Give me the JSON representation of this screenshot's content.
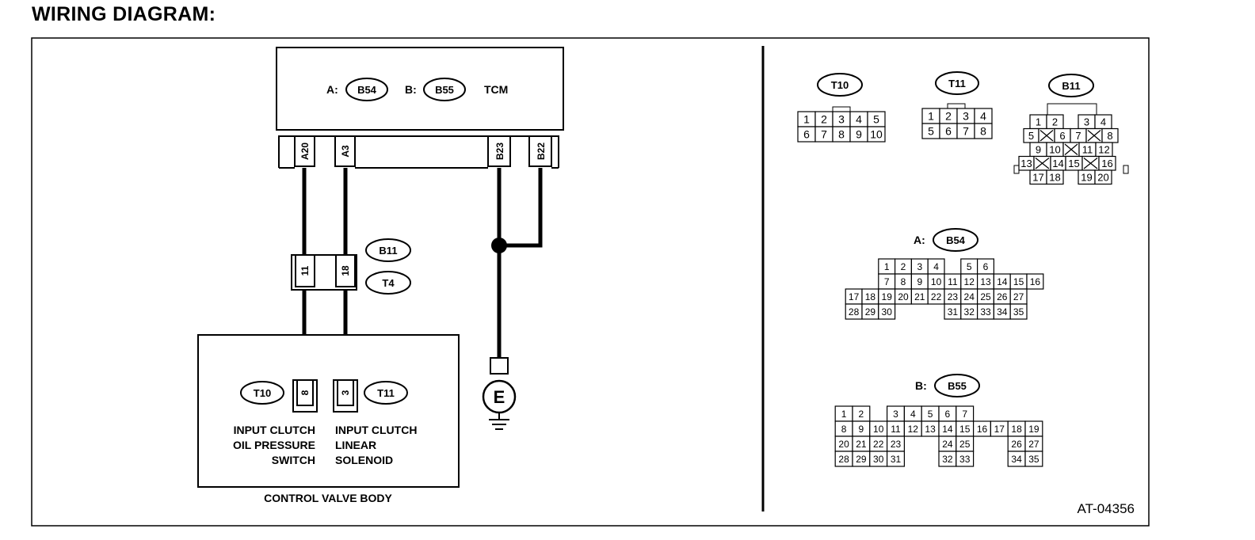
{
  "title": "WIRING DIAGRAM:",
  "tcm": {
    "prefix_a": "A:",
    "connector_a": "B54",
    "prefix_b": "B:",
    "connector_b": "B55",
    "name": "TCM",
    "pins": [
      "A20",
      "A3",
      "B23",
      "B22"
    ]
  },
  "joint": {
    "connector_1": "B11",
    "connector_2": "T4",
    "pins": [
      "11",
      "18"
    ]
  },
  "control_valve": {
    "label": "CONTROL VALVE BODY",
    "left_connector": "T10",
    "left_pin": "8",
    "left_label_lines": [
      "INPUT CLUTCH",
      "OIL PRESSURE",
      "SWITCH"
    ],
    "right_connector": "T11",
    "right_pin": "3",
    "right_label_lines": [
      "INPUT CLUTCH",
      "LINEAR",
      "SOLENOID"
    ]
  },
  "ground": {
    "label": "E"
  },
  "connector_views": {
    "t10": {
      "name": "T10",
      "rows": [
        [
          "1",
          "2",
          "3",
          "4",
          "5"
        ],
        [
          "6",
          "7",
          "8",
          "9",
          "10"
        ]
      ]
    },
    "t11": {
      "name": "T11",
      "rows": [
        [
          "1",
          "2",
          "3",
          "4"
        ],
        [
          "5",
          "6",
          "7",
          "8"
        ]
      ]
    },
    "b11": {
      "name": "B11",
      "rows": [
        [
          "1",
          "2",
          "",
          "3",
          "4"
        ],
        [
          "5",
          "X",
          "6",
          "7",
          "X",
          "8"
        ],
        [
          "9",
          "10",
          "X",
          "11",
          "12"
        ],
        [
          "13",
          "X",
          "14",
          "15",
          "X",
          "16"
        ],
        [
          "17",
          "18",
          "",
          "19",
          "20"
        ]
      ]
    },
    "b54": {
      "prefix": "A:",
      "name": "B54",
      "rows": [
        [
          "",
          "1",
          "2",
          "3",
          "4",
          "",
          "5",
          "6"
        ],
        [
          "",
          "7",
          "8",
          "9",
          "10",
          "11",
          "12",
          "13",
          "14",
          "15",
          "16"
        ],
        [
          "17",
          "18",
          "19",
          "20",
          "21",
          "22",
          "23",
          "24",
          "25",
          "26",
          "27"
        ],
        [
          "28",
          "29",
          "30",
          "",
          "",
          "",
          "31",
          "32",
          "33",
          "34",
          "35"
        ]
      ]
    },
    "b55": {
      "prefix": "B:",
      "name": "B55",
      "rows": [
        [
          "1",
          "2",
          "",
          "3",
          "4",
          "5",
          "6",
          "7"
        ],
        [
          "8",
          "9",
          "10",
          "11",
          "12",
          "13",
          "14",
          "15",
          "16",
          "17",
          "18",
          "19"
        ],
        [
          "20",
          "21",
          "22",
          "23",
          "",
          "",
          "24",
          "25",
          "",
          "",
          "26",
          "27"
        ],
        [
          "28",
          "29",
          "30",
          "31",
          "",
          "",
          "32",
          "33",
          "",
          "",
          "34",
          "35"
        ]
      ]
    }
  },
  "figure_id": "AT-04356"
}
